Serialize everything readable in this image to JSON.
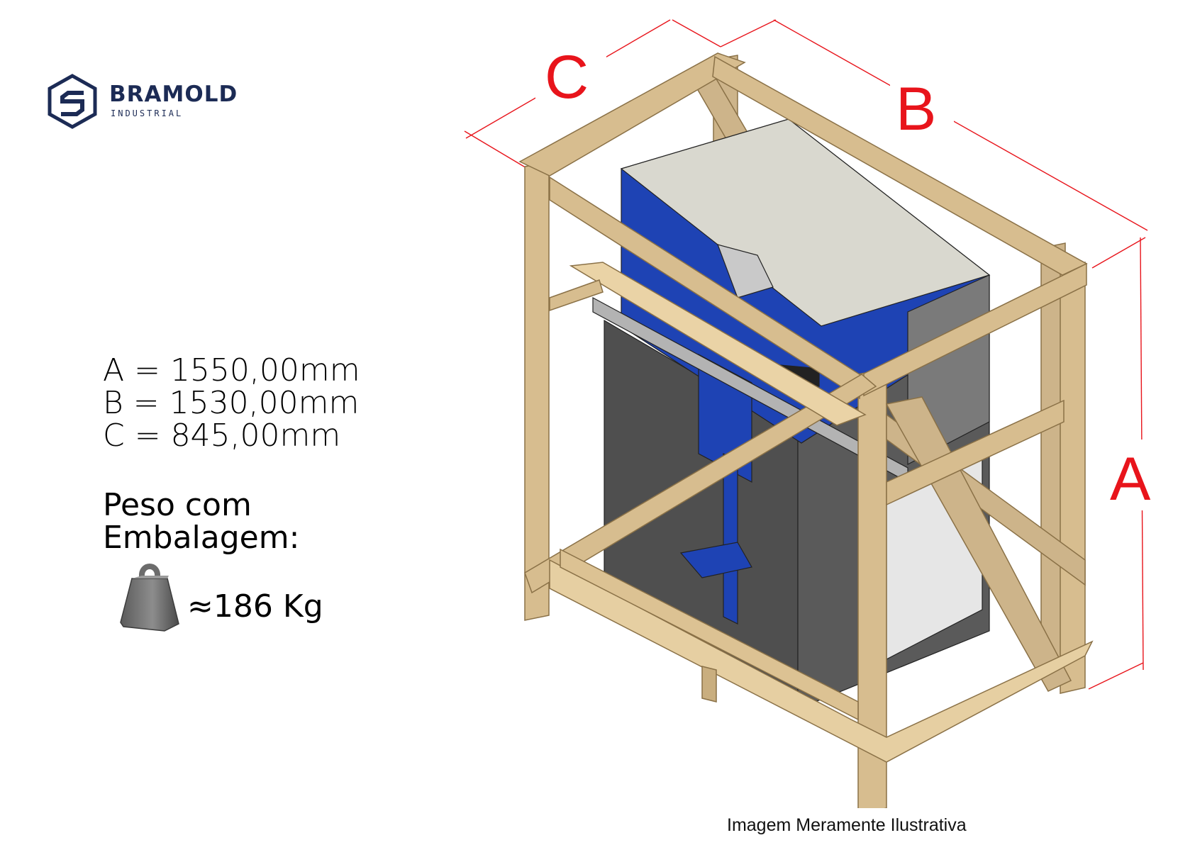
{
  "brand": {
    "name": "BRAMOLD",
    "subtitle": "INDUSTRIAL",
    "color": "#1c2b55"
  },
  "dimensions": {
    "a": "A = 1550,00mm",
    "b": "B = 1530,00mm",
    "c": "C = 845,00mm"
  },
  "weight": {
    "label_line1": "Peso com",
    "label_line2": "Embalagem:",
    "value": "≈186 Kg",
    "icon": "weight-icon"
  },
  "diagram": {
    "label_a": "A",
    "label_b": "B",
    "label_c": "C",
    "dimension_color": "#e8141b",
    "wood_color": "#cdb48a",
    "machine_color": "#1e43b4"
  },
  "caption": "Imagem Meramente Ilustrativa"
}
